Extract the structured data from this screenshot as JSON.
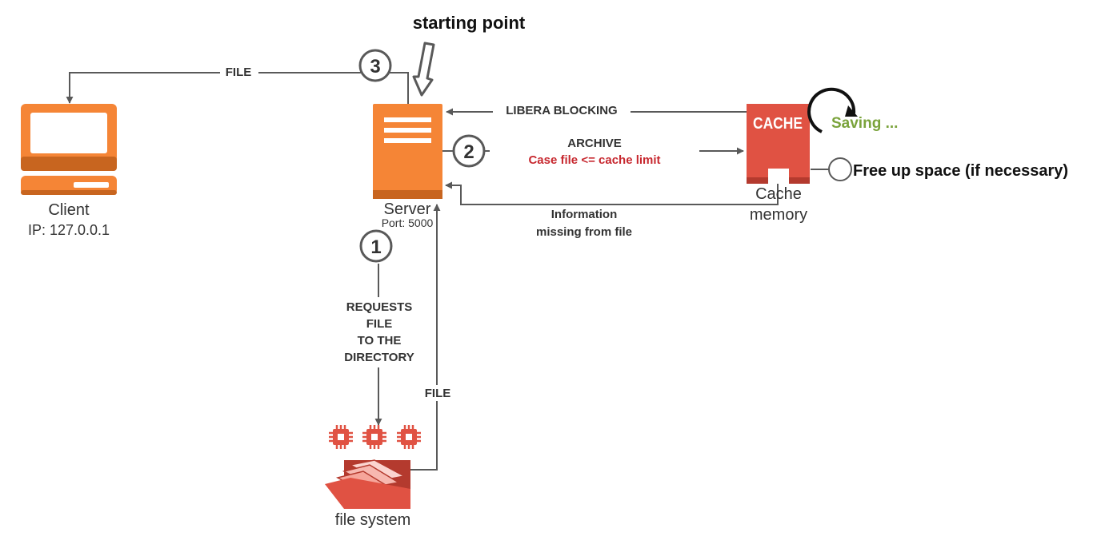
{
  "title": "starting point",
  "nodes": {
    "client": {
      "label": "Client",
      "sublabel": "IP: 127.0.0.1"
    },
    "server": {
      "label": "Server",
      "sublabel": "Port: 5000"
    },
    "cache": {
      "badge": "CACHE",
      "label_line1": "Cache",
      "label_line2": "memory"
    },
    "filesystem": {
      "label": "file system"
    }
  },
  "steps": {
    "one": "1",
    "two": "2",
    "three": "3"
  },
  "edges": {
    "file_to_client": "FILE",
    "libera_blocking": "LIBERA BLOCKING",
    "archive": "ARCHIVE",
    "archive_condition": "Case file <= cache limit",
    "missing_line1": "Information",
    "missing_line2": "missing from file",
    "requests_line1": "REQUESTS",
    "requests_line2": "FILE",
    "requests_line3": "TO THE",
    "requests_line4": "DIRECTORY",
    "file_from_fs": "FILE"
  },
  "annotations": {
    "saving": "Saving ...",
    "free_space": "Free up space (if necessary)"
  },
  "colors": {
    "orange": "#f58536",
    "red": "#e05243",
    "condition_red": "#c7282f",
    "saving_green": "#7aa33b",
    "line": "#595959",
    "text": "#333333"
  }
}
